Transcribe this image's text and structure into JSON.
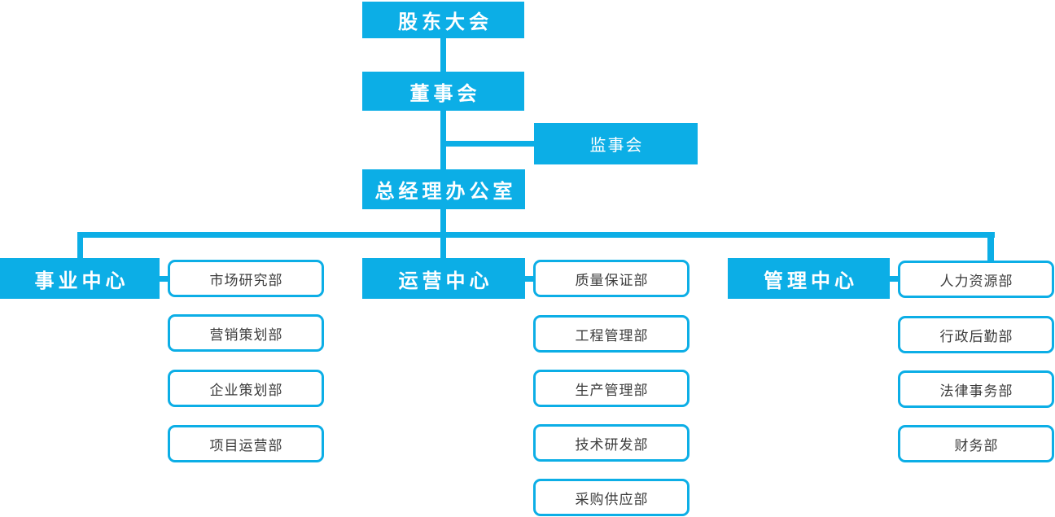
{
  "palette": {
    "accent": "#0CAEE6",
    "node_text": "#FFFFFF",
    "dept_text": "#3C3C3C",
    "dept_bg": "#FFFFFF",
    "canvas_bg": "#FFFFFF"
  },
  "org": {
    "shareholders": "股东大会",
    "board": "董事会",
    "supervisory": "监事会",
    "gm_office": "总经理办公室",
    "centers": [
      {
        "label": "事业中心",
        "departments": [
          "市场研究部",
          "营销策划部",
          "企业策划部",
          "项目运营部"
        ]
      },
      {
        "label": "运营中心",
        "departments": [
          "质量保证部",
          "工程管理部",
          "生产管理部",
          "技术研发部",
          "采购供应部"
        ]
      },
      {
        "label": "管理中心",
        "departments": [
          "人力资源部",
          "行政后勤部",
          "法律事务部",
          "财务部"
        ]
      }
    ]
  }
}
